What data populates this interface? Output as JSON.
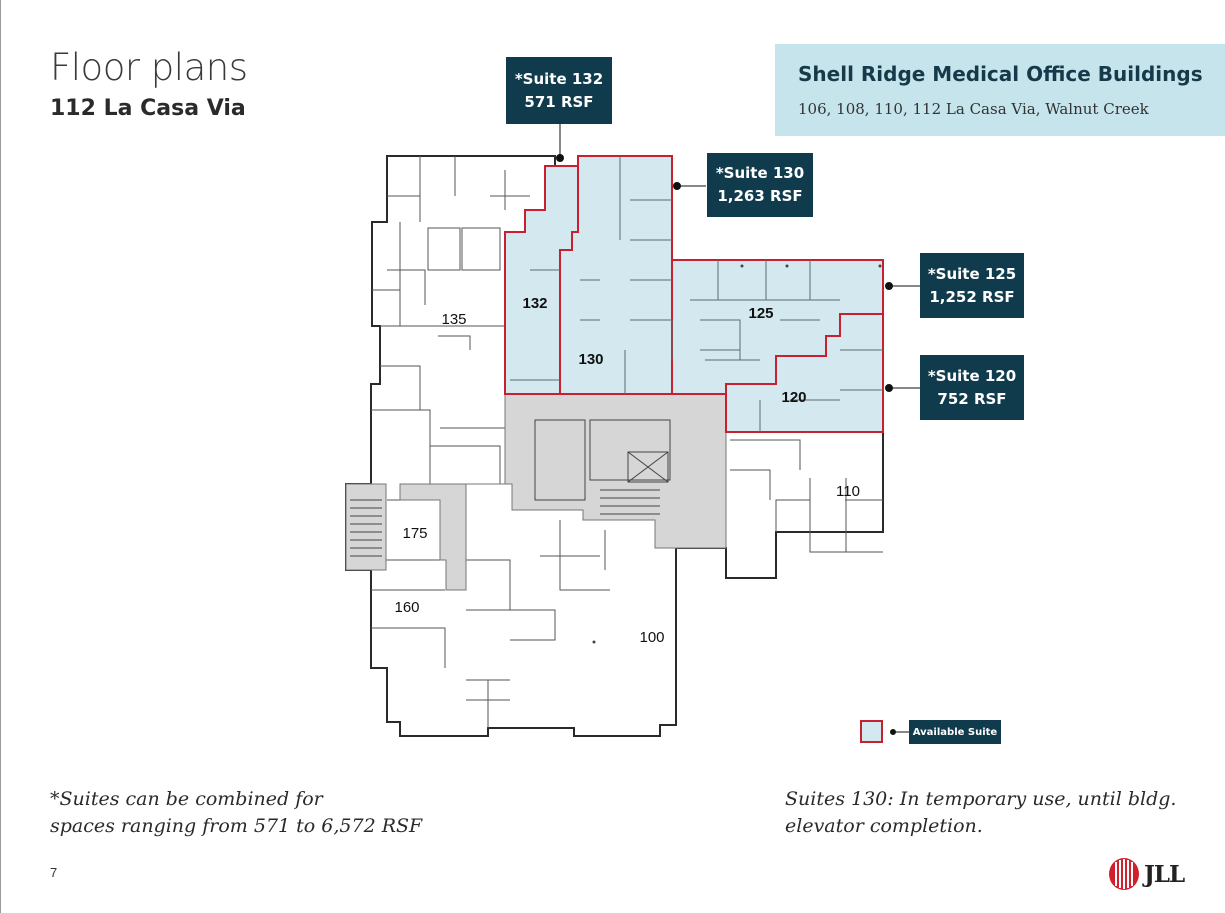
{
  "header": {
    "title": "Floor plans",
    "subtitle": "112 La Casa Via"
  },
  "info_box": {
    "title": "Shell Ridge Medical Office Buildings",
    "addresses": "106, 108, 110, 112 La Casa Via, Walnut Creek"
  },
  "suite_tags": [
    {
      "line1": "*Suite 132",
      "line2": "571 RSF"
    },
    {
      "line1": "*Suite 130",
      "line2": "1,263 RSF"
    },
    {
      "line1": "*Suite 125",
      "line2": "1,252 RSF"
    },
    {
      "line1": "*Suite 120",
      "line2": "752 RSF"
    }
  ],
  "room_labels": [
    "132",
    "130",
    "125",
    "120",
    "135",
    "110",
    "175",
    "160",
    "100"
  ],
  "legend": {
    "label": "Available Suite"
  },
  "notes": {
    "left_line1": "*Suites can be combined for",
    "left_line2": "spaces ranging from 571 to 6,572 RSF",
    "right_line1": "Suites 130: In temporary use, until bldg.",
    "right_line2": "elevator completion."
  },
  "page_number": "7",
  "logo": {
    "text": "JLL"
  },
  "colors": {
    "available_fill": "#d3e9ef",
    "available_outline": "#c8202e",
    "common_area": "#d6d6d6",
    "tag_bg": "#0f3b4d",
    "info_bg": "#c5e4ec",
    "logo_red": "#d0202e"
  }
}
